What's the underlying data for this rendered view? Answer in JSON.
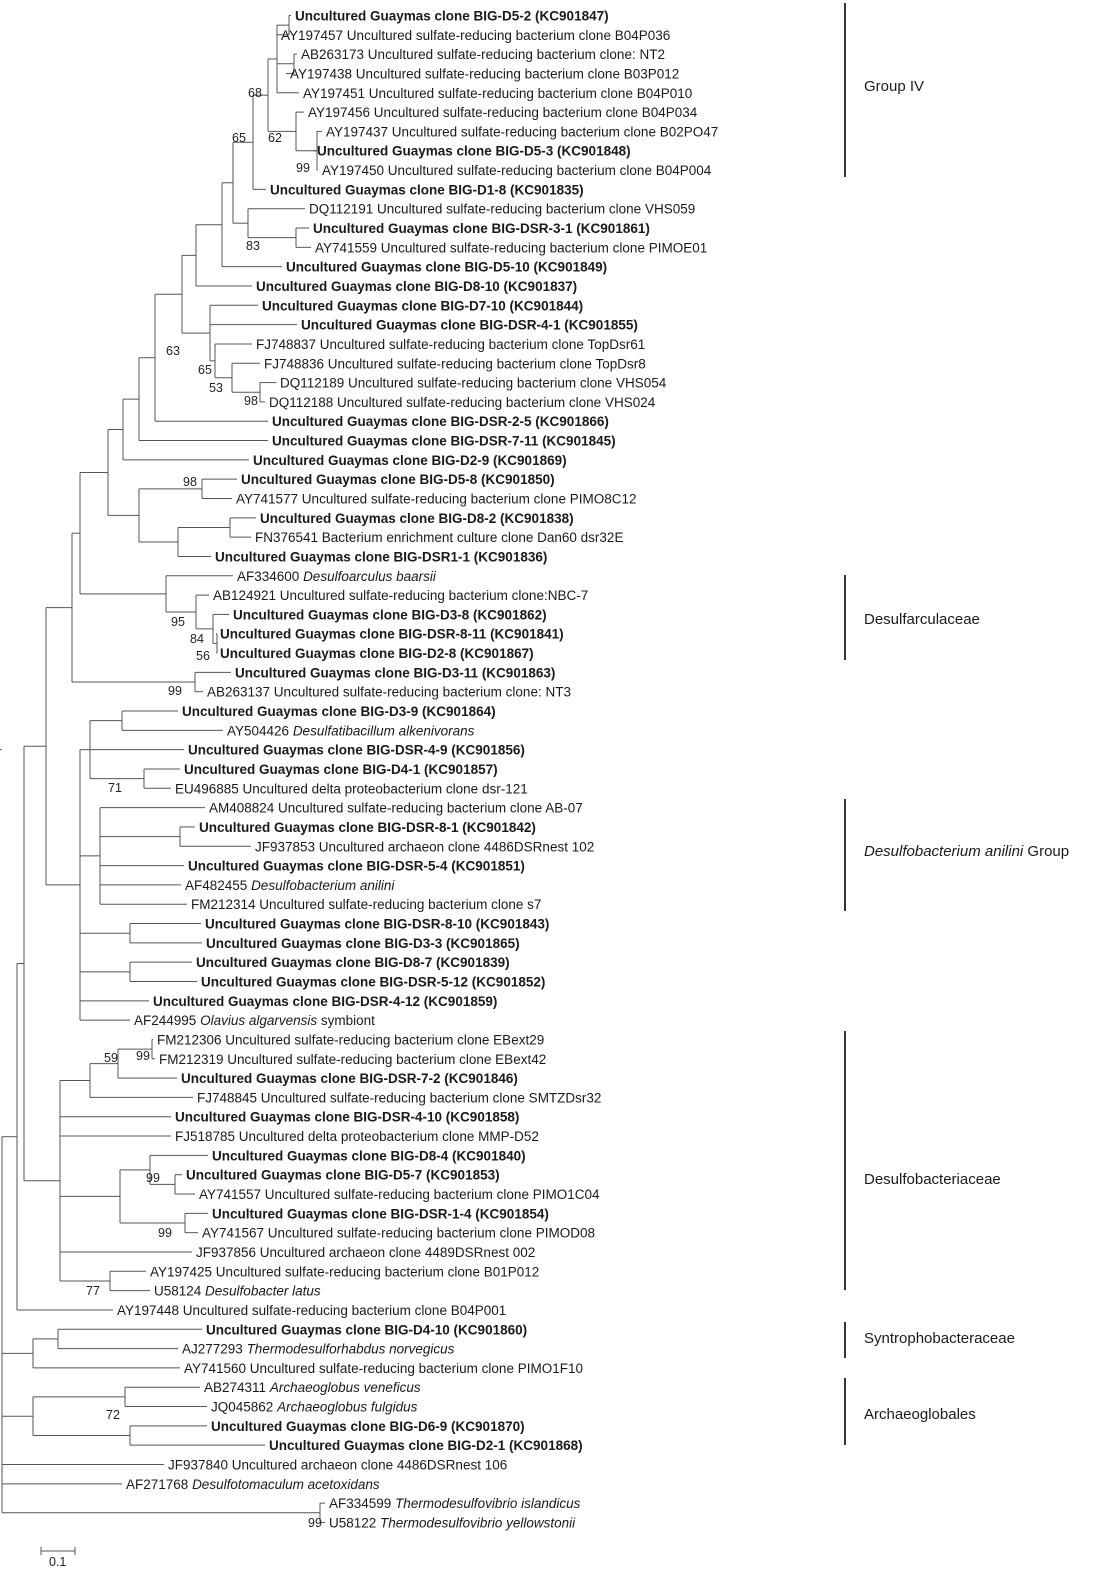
{
  "leaves": [
    {
      "text": "Uncultured Guaymas clone BIG-D5-2 (KC901847)",
      "bold": true
    },
    {
      "text": "AY197457 Uncultured sulfate-reducing bacterium clone B04P036"
    },
    {
      "text": "AB263173 Uncultured sulfate-reducing bacterium clone: NT2"
    },
    {
      "text": "AY197438 Uncultured sulfate-reducing bacterium clone B03P012"
    },
    {
      "text": "AY197451 Uncultured sulfate-reducing bacterium clone B04P010"
    },
    {
      "text": "AY197456 Uncultured sulfate-reducing bacterium clone B04P034"
    },
    {
      "text": "AY197437 Uncultured sulfate-reducing bacterium clone B02PO47"
    },
    {
      "text": "Uncultured Guaymas clone BIG-D5-3 (KC901848)",
      "bold": true
    },
    {
      "text": "AY197450 Uncultured sulfate-reducing bacterium clone B04P004"
    },
    {
      "text": "Uncultured Guaymas clone BIG-D1-8 (KC901835)",
      "bold": true
    },
    {
      "text": "DQ112191 Uncultured sulfate-reducing bacterium clone VHS059"
    },
    {
      "text": "Uncultured Guaymas clone BIG-DSR-3-1 (KC901861)",
      "bold": true
    },
    {
      "text": "AY741559 Uncultured sulfate-reducing bacterium clone PIMOE01"
    },
    {
      "text": "Uncultured Guaymas clone BIG-D5-10 (KC901849)",
      "bold": true
    },
    {
      "text": "Uncultured Guaymas clone BIG-D8-10 (KC901837)",
      "bold": true
    },
    {
      "text": "Uncultured Guaymas clone BIG-D7-10 (KC901844)",
      "bold": true
    },
    {
      "text": "Uncultured Guaymas clone BIG-DSR-4-1 (KC901855)",
      "bold": true
    },
    {
      "text": "FJ748837 Uncultured sulfate-reducing bacterium clone TopDsr61"
    },
    {
      "text": "FJ748836 Uncultured sulfate-reducing bacterium clone TopDsr8"
    },
    {
      "text": "DQ112189 Uncultured sulfate-reducing bacterium clone VHS054"
    },
    {
      "text": "DQ112188 Uncultured sulfate-reducing bacterium clone VHS024"
    },
    {
      "text": "Uncultured Guaymas clone BIG-DSR-2-5 (KC901866)",
      "bold": true
    },
    {
      "text": "Uncultured Guaymas clone BIG-DSR-7-11 (KC901845)",
      "bold": true
    },
    {
      "text": "Uncultured Guaymas clone BIG-D2-9 (KC901869)",
      "bold": true
    },
    {
      "text": "Uncultured Guaymas clone BIG-D5-8 (KC901850)",
      "bold": true
    },
    {
      "text": "AY741577 Uncultured sulfate-reducing bacterium clone PIMO8C12"
    },
    {
      "text": "Uncultured Guaymas clone BIG-D8-2 (KC901838)",
      "bold": true
    },
    {
      "text": "FN376541 Bacterium enrichment culture clone Dan60 dsr32E"
    },
    {
      "text": "Uncultured Guaymas clone BIG-DSR1-1 (KC901836)",
      "bold": true
    },
    {
      "text": "AF334600 ",
      "italic": "Desulfoarculus baarsii"
    },
    {
      "text": "AB124921 Uncultured sulfate-reducing bacterium clone:NBC-7"
    },
    {
      "text": "Uncultured Guaymas clone BIG-D3-8 (KC901862)",
      "bold": true
    },
    {
      "text": "Uncultured Guaymas clone BIG-DSR-8-11 (KC901841)",
      "bold": true
    },
    {
      "text": "Uncultured Guaymas clone BIG-D2-8 (KC901867)",
      "bold": true
    },
    {
      "text": "Uncultured Guaymas clone BIG-D3-11 (KC901863)",
      "bold": true
    },
    {
      "text": "AB263137 Uncultured sulfate-reducing bacterium clone: NT3"
    },
    {
      "text": "Uncultured Guaymas clone BIG-D3-9 (KC901864)",
      "bold": true
    },
    {
      "text": "AY504426 ",
      "italic": "Desulfatibacillum alkenivorans"
    },
    {
      "text": "Uncultured Guaymas clone BIG-DSR-4-9 (KC901856)",
      "bold": true
    },
    {
      "text": "Uncultured Guaymas clone BIG-D4-1 (KC901857)",
      "bold": true
    },
    {
      "text": "EU496885 Uncultured delta proteobacterium clone dsr-121"
    },
    {
      "text": "AM408824 Uncultured sulfate-reducing bacterium clone AB-07"
    },
    {
      "text": "Uncultured Guaymas clone BIG-DSR-8-1 (KC901842)",
      "bold": true
    },
    {
      "text": "JF937853 Uncultured archaeon clone 4486DSRnest 102"
    },
    {
      "text": "Uncultured Guaymas clone BIG-DSR-5-4 (KC901851)",
      "bold": true
    },
    {
      "text": "AF482455 ",
      "italic": "Desulfobacterium anilini"
    },
    {
      "text": "FM212314 Uncultured sulfate-reducing bacterium clone s7"
    },
    {
      "text": "Uncultured Guaymas clone BIG-DSR-8-10 (KC901843)",
      "bold": true
    },
    {
      "text": "Uncultured Guaymas clone BIG-D3-3 (KC901865)",
      "bold": true
    },
    {
      "text": "Uncultured Guaymas clone BIG-D8-7 (KC901839)",
      "bold": true
    },
    {
      "text": "Uncultured Guaymas clone BIG-DSR-5-12 (KC901852)",
      "bold": true
    },
    {
      "text": "Uncultured Guaymas clone BIG-DSR-4-12 (KC901859)",
      "bold": true
    },
    {
      "text": "AF244995 ",
      "italic": "Olavius algarvensis",
      "suffix": " symbiont"
    },
    {
      "text": "FM212306 Uncultured sulfate-reducing bacterium clone EBext29"
    },
    {
      "text": "FM212319 Uncultured sulfate-reducing bacterium clone EBext42"
    },
    {
      "text": "Uncultured Guaymas clone BIG-DSR-7-2 (KC901846)",
      "bold": true
    },
    {
      "text": "FJ748845 Uncultured sulfate-reducing bacterium clone SMTZDsr32"
    },
    {
      "text": "Uncultured Guaymas clone BIG-DSR-4-10 (KC901858)",
      "bold": true
    },
    {
      "text": "FJ518785 Uncultured delta proteobacterium clone MMP-D52"
    },
    {
      "text": "Uncultured Guaymas clone BIG-D8-4 (KC901840)",
      "bold": true
    },
    {
      "text": "Uncultured Guaymas clone BIG-D5-7 (KC901853)",
      "bold": true
    },
    {
      "text": "AY741557 Uncultured sulfate-reducing bacterium clone PIMO1C04"
    },
    {
      "text": "Uncultured Guaymas clone BIG-DSR-1-4 (KC901854)",
      "bold": true
    },
    {
      "text": "AY741567 Uncultured sulfate-reducing bacterium clone PIMOD08"
    },
    {
      "text": "JF937856 Uncultured archaeon clone 4489DSRnest 002"
    },
    {
      "text": "AY197425 Uncultured sulfate-reducing bacterium clone B01P012"
    },
    {
      "text": "U58124 ",
      "italic": "Desulfobacter latus"
    },
    {
      "text": "AY197448 Uncultured sulfate-reducing bacterium clone B04P001"
    },
    {
      "text": "Uncultured Guaymas clone BIG-D4-10 (KC901860)",
      "bold": true
    },
    {
      "text": "AJ277293 ",
      "italic": "Thermodesulforhabdus norvegicus"
    },
    {
      "text": "AY741560 Uncultured sulfate-reducing bacterium clone PIMO1F10"
    },
    {
      "text": "AB274311 ",
      "italic": "Archaeoglobus veneficus"
    },
    {
      "text": "JQ045862 ",
      "italic": "Archaeoglobus fulgidus"
    },
    {
      "text": "Uncultured Guaymas clone BIG-D6-9 (KC901870)",
      "bold": true
    },
    {
      "text": "Uncultured Guaymas clone BIG-D2-1 (KC901868)",
      "bold": true
    },
    {
      "text": "JF937840 Uncultured archaeon clone 4486DSRnest 106"
    },
    {
      "text": "AF271768 ",
      "italic": "Desulfotomaculum acetoxidans"
    },
    {
      "text": "AF334599 ",
      "italic": "Thermodesulfovibrio islandicus"
    },
    {
      "text": "U58122 ",
      "italic": "Thermodesulfovibrio yellowstonii"
    }
  ],
  "bootstrap": [
    "68",
    "65",
    "62",
    "99",
    "83",
    "63",
    "65",
    "53",
    "98",
    "98",
    "95",
    "84",
    "56",
    "99",
    "71",
    "99",
    "59",
    "99",
    "99",
    "77",
    "72",
    "99"
  ],
  "groups": [
    {
      "label": "Group IV"
    },
    {
      "label": "Desulfarculaceae"
    },
    {
      "label_italic": "Desulfobacterium anilini",
      "label_suffix": " Group"
    },
    {
      "label": "Desulfobacteriaceae"
    },
    {
      "label": "Syntrophobacteraceae"
    },
    {
      "label": "Archaeoglobales"
    }
  ],
  "scale_bar": {
    "label": "0.1"
  },
  "line_color": "#555555"
}
